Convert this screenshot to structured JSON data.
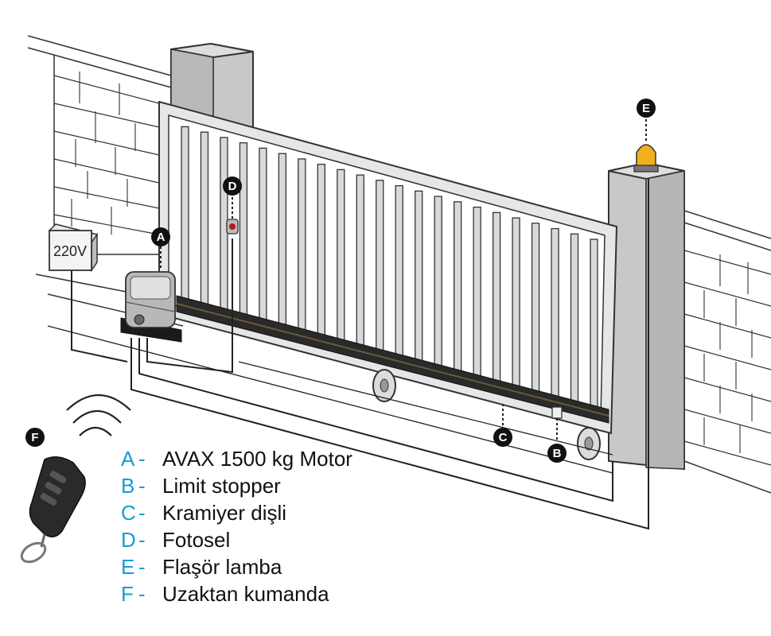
{
  "power_box": {
    "label": "220V"
  },
  "badges": {
    "a": "A",
    "b": "B",
    "c": "C",
    "d": "D",
    "e": "E",
    "f": "F"
  },
  "legend": {
    "items": [
      {
        "letter": "A",
        "dash": "-",
        "text": "AVAX 1500 kg Motor"
      },
      {
        "letter": "B",
        "dash": "-",
        "text": "Limit stopper"
      },
      {
        "letter": "C",
        "dash": "-",
        "text": "Kramiyer dişli"
      },
      {
        "letter": "D",
        "dash": "-",
        "text": "Fotosel"
      },
      {
        "letter": "E",
        "dash": "-",
        "text": "Flaşör lamba"
      },
      {
        "letter": "F",
        "dash": "-",
        "text": "Uzaktan kumanda"
      }
    ]
  },
  "colors": {
    "legend_accent": "#1a9ad6",
    "badge_fill": "#111111",
    "line": "#222222",
    "gate_fill": "#e4e4e4",
    "pillar_fill": "#cfcfcf"
  },
  "icons": [
    "motor-icon",
    "remote-control-icon",
    "signal-waves-icon",
    "flasher-lamp-icon",
    "photocell-icon",
    "wheel-icon"
  ]
}
